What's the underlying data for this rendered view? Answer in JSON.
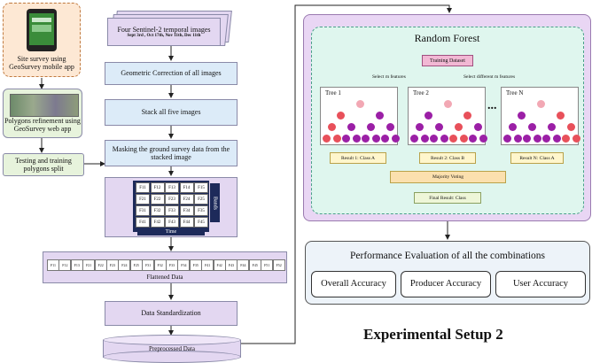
{
  "left_panel": {
    "site_survey": "Site survey using GeoSurvey mobile app",
    "polygons_refinement": "Polygons refinement using GeoSurvey web app",
    "testing_training": "Testing and training polygons split"
  },
  "pipeline": {
    "images_title": "Four Sentinel-2 temporal images",
    "images_dates": "Sept 3rd , Oct 17th, Nov 11th, Dec 11th",
    "geometric": "Geometric Correction of all images",
    "stack": "Stack all five images",
    "masking": "Masking the ground survey data from the stacked image",
    "bands_label": "Bands",
    "time_label": "Time",
    "flattened": "Flattened Data",
    "standardization": "Data Standardization",
    "preprocessed": "Preprocessed Data"
  },
  "grid": {
    "rows": [
      [
        "F11",
        "F12",
        "F13",
        "F14",
        "F15"
      ],
      [
        "F21",
        "F22",
        "F23",
        "F24",
        "F25"
      ],
      [
        "F31",
        "F32",
        "F33",
        "F34",
        "F35"
      ],
      [
        "F41",
        "F42",
        "F43",
        "F44",
        "F45"
      ]
    ]
  },
  "flattened_cells": [
    "F11",
    "F12",
    "F13",
    "F21",
    "F22",
    "F23",
    "F24",
    "F25",
    "F31",
    "F32",
    "F33",
    "F34",
    "F35",
    "F41",
    "F42",
    "F43",
    "F44",
    "F45",
    "F51",
    "F52"
  ],
  "rf": {
    "title": "Random Forest",
    "training": "Training Dataset",
    "select_m": "Select m features",
    "select_diff": "Select different m features",
    "tree1": "Tree 1",
    "tree2": "Tree 2",
    "treeN": "Tree N",
    "dots": "...",
    "result1": "Result 1: Class A",
    "result2": "Result 2: Class B",
    "resultN": "Result N: Class A",
    "majority": "Majority Voting",
    "final": "Final Result: Class"
  },
  "perf": {
    "title": "Performance Evaluation of all the combinations",
    "overall": "Overall Accuracy",
    "producer": "Producer Accuracy",
    "user": "User Accuracy"
  },
  "caption": "Experimental Setup 2"
}
